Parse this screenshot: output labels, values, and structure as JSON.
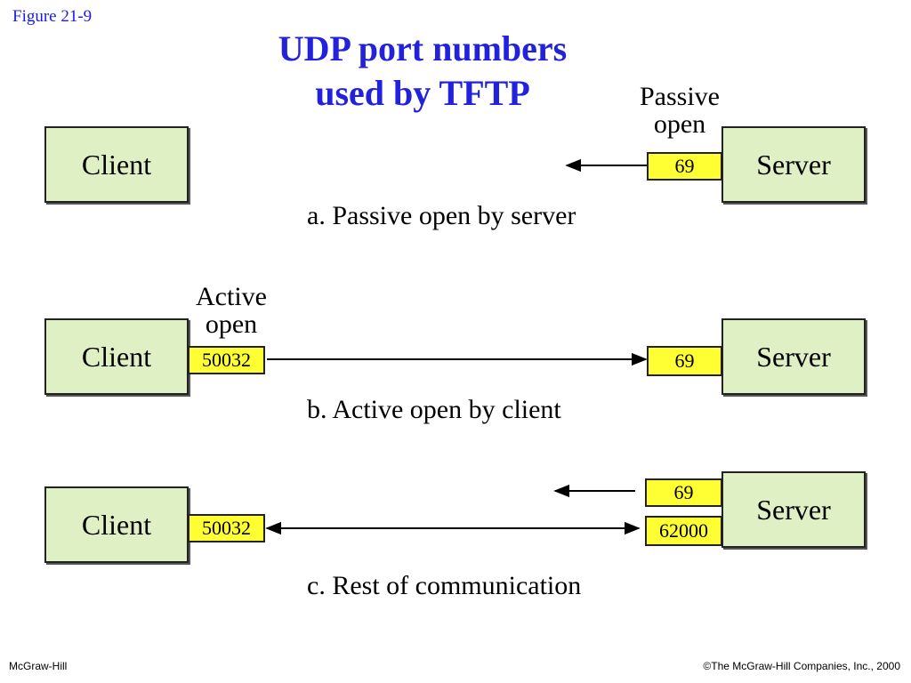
{
  "header": {
    "figure_label": "Figure  21-9",
    "title_line1": "UDP port numbers",
    "title_line2": "used by TFTP"
  },
  "panel_a": {
    "client": "Client",
    "server": "Server",
    "server_port": "69",
    "annotation_line1": "Passive",
    "annotation_line2": "open",
    "caption": "a. Passive open by server"
  },
  "panel_b": {
    "client": "Client",
    "server": "Server",
    "client_port": "50032",
    "server_port": "69",
    "annotation_line1": "Active",
    "annotation_line2": "open",
    "caption": "b. Active open by client"
  },
  "panel_c": {
    "client": "Client",
    "server": "Server",
    "client_port": "50032",
    "server_port_top": "69",
    "server_port_bottom": "62000",
    "caption": "c. Rest of communication"
  },
  "footer": {
    "left": "McGraw-Hill",
    "right": "©The McGraw-Hill Companies, Inc., 2000"
  },
  "colors": {
    "entity_fill": "#dff0c4",
    "port_fill": "#ffff33",
    "title": "#2222dd"
  }
}
